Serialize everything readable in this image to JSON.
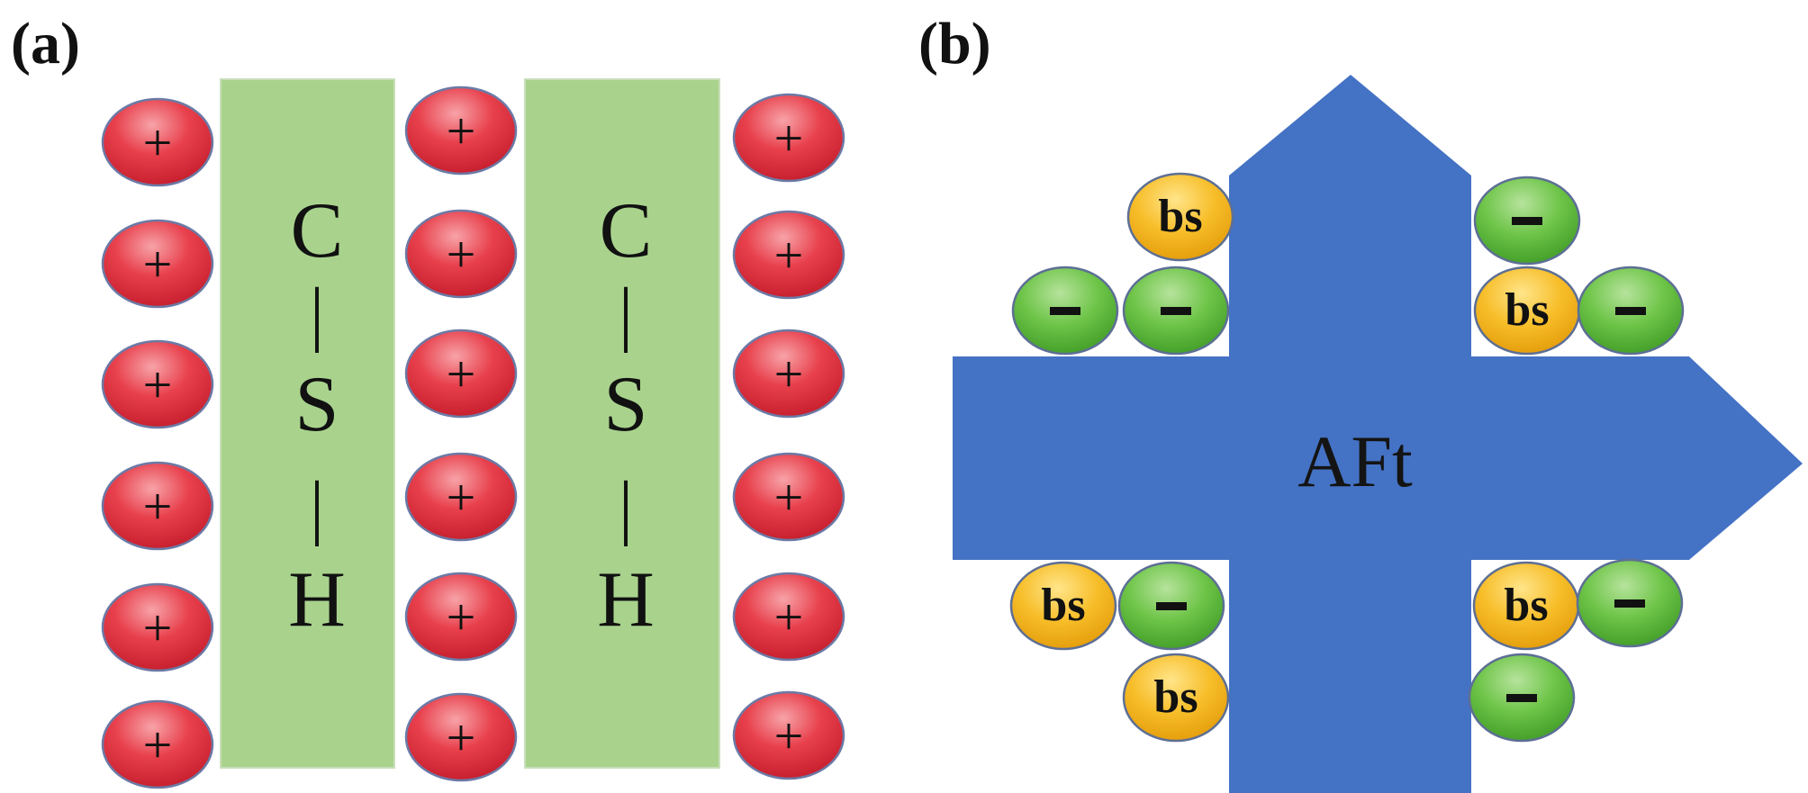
{
  "panels": {
    "a": {
      "label": "(a)",
      "strip_text": [
        "C",
        "|",
        "S",
        "|",
        "H"
      ],
      "cation_symbol": "+",
      "cation_count_per_column": 6
    },
    "b": {
      "label": "(b)",
      "crystal_label": "AFt",
      "bs_label": "bs",
      "anion_symbol": "-"
    }
  },
  "colors": {
    "strip_fill": "#a9d38d",
    "cation_fill": "#e0313f",
    "cation_stroke": "#6b7aa6",
    "crystal_fill": "#4472c4",
    "bs_fill": "#f2b418",
    "anion_fill": "#5cb83a",
    "ion_stroke": "#5d6f95",
    "text": "#111111"
  }
}
